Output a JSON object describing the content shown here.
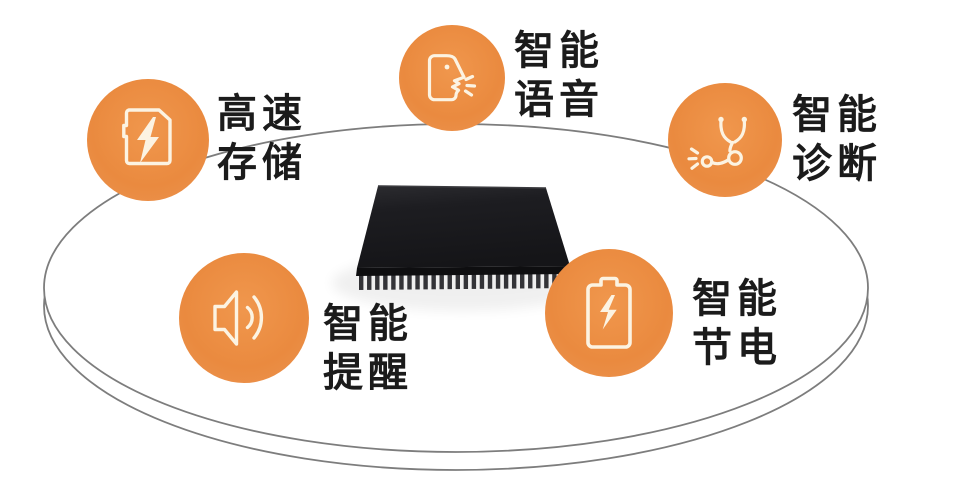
{
  "background_color": "#ffffff",
  "accent_orange": "#ea8a3f",
  "icon_stroke_color": "#fcf3e2",
  "label_color": "#1b1b1b",
  "platform_line_color": "#7d7d7d",
  "chip_color": "#1c1c1f",
  "center_object": "chip",
  "features": [
    {
      "id": "storage",
      "icon": "sd-card-lightning-icon",
      "lines": [
        "高速",
        "存储"
      ]
    },
    {
      "id": "voice",
      "icon": "speaking-face-icon",
      "lines": [
        "智能",
        "语音"
      ]
    },
    {
      "id": "diagnosis",
      "icon": "stethoscope-icon",
      "lines": [
        "智能",
        "诊断"
      ]
    },
    {
      "id": "reminder",
      "icon": "speaker-icon",
      "lines": [
        "智能",
        "提醒"
      ]
    },
    {
      "id": "power-saving",
      "icon": "battery-lightning-icon",
      "lines": [
        "智能",
        "节电"
      ]
    }
  ]
}
